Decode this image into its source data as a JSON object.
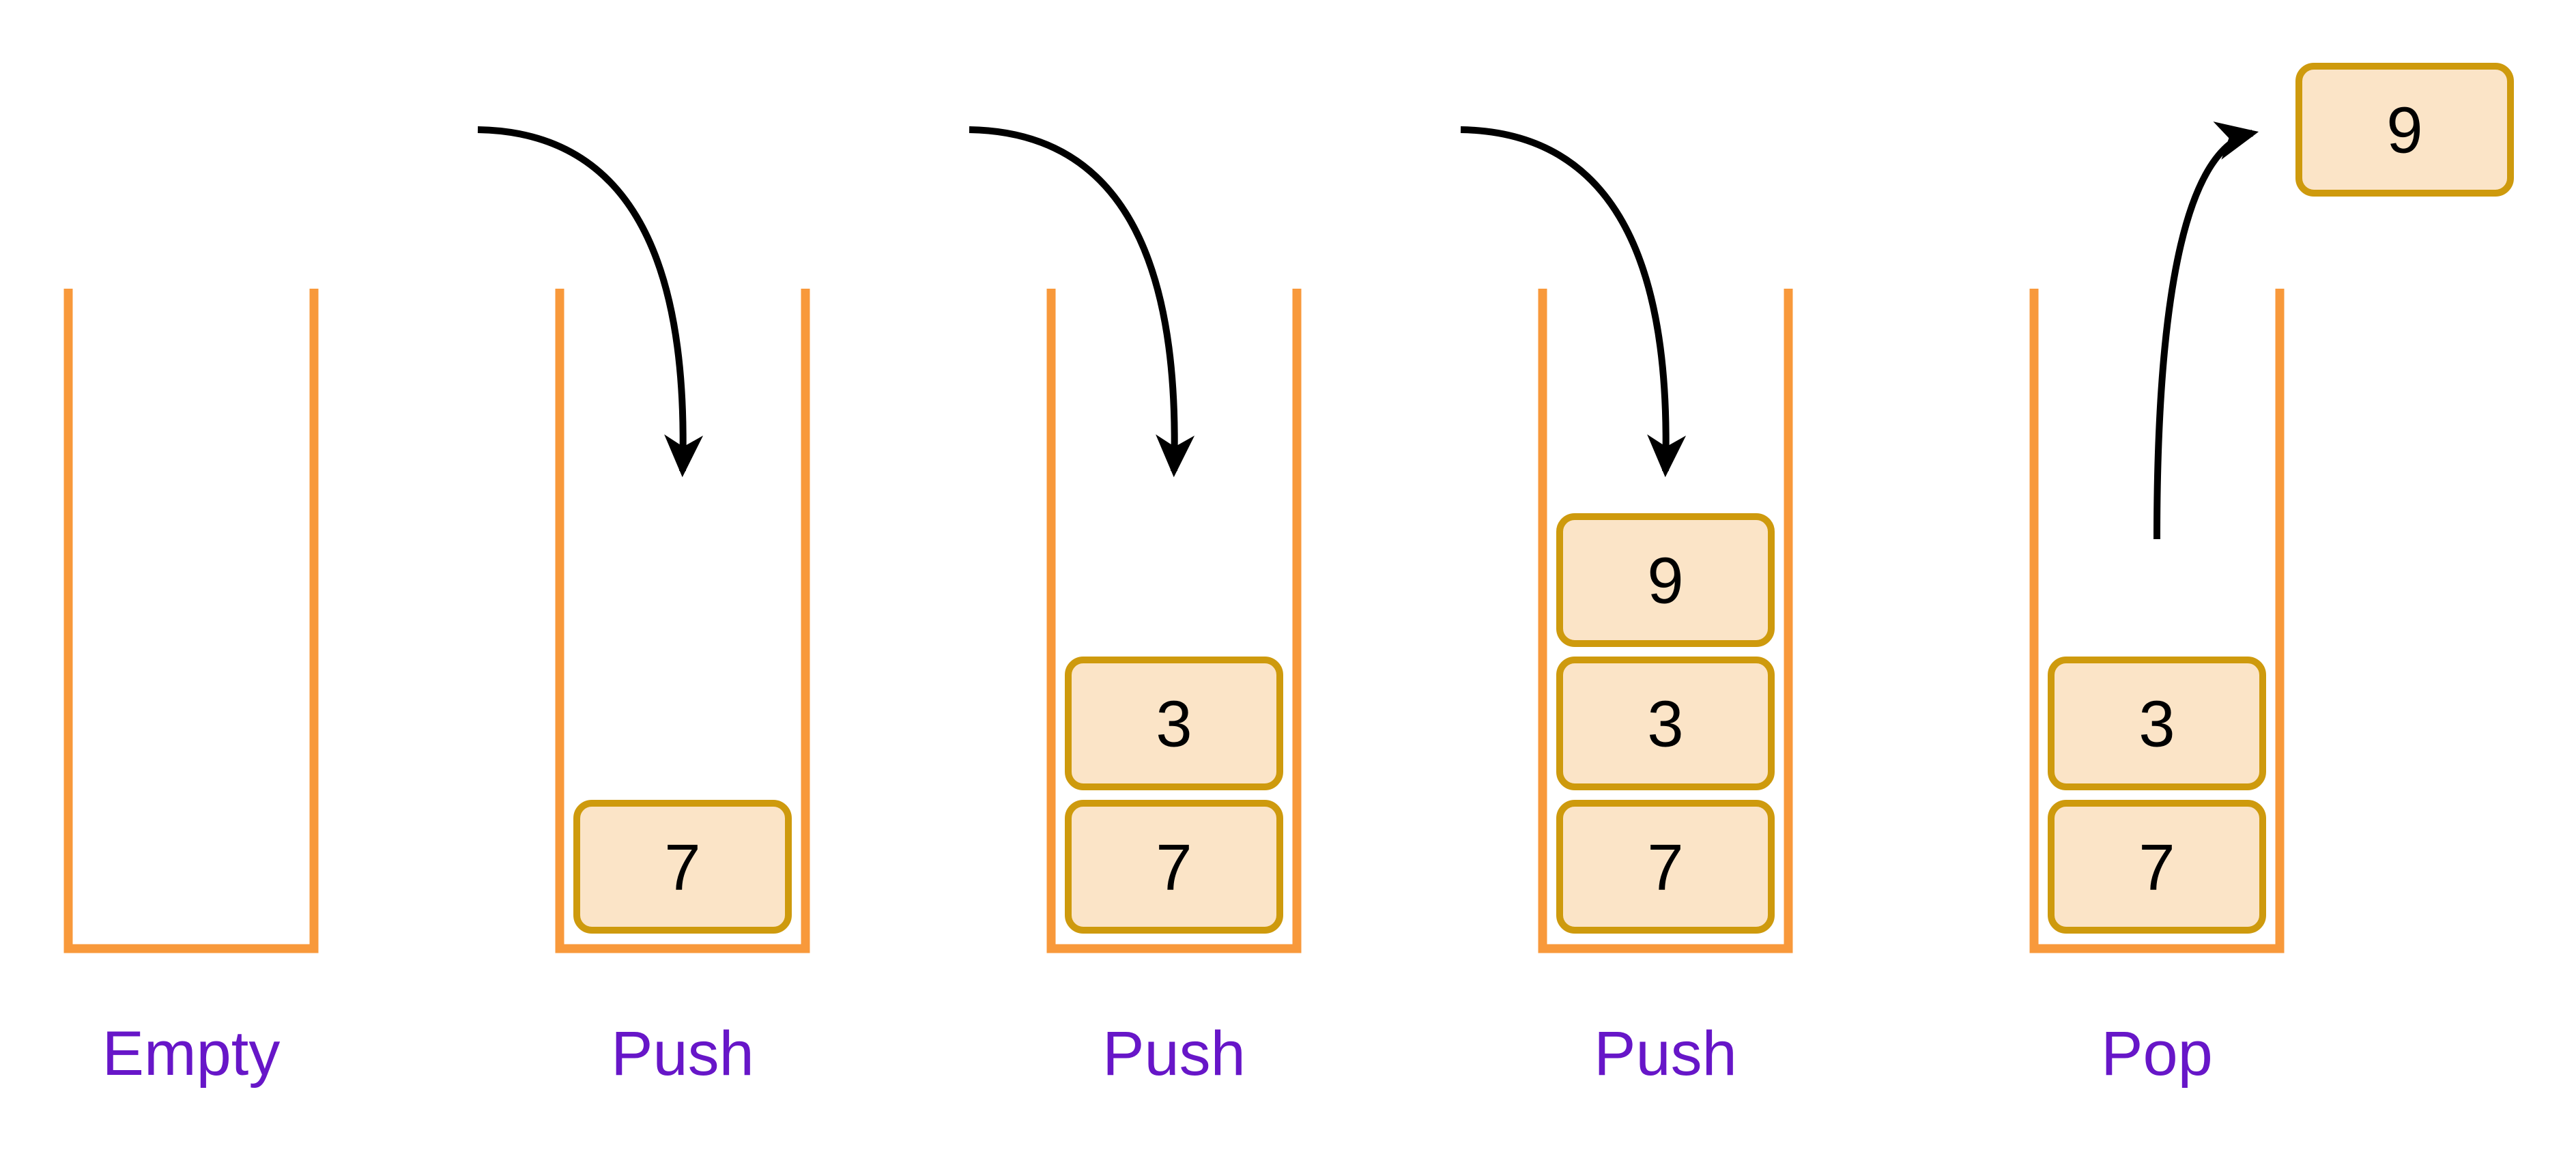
{
  "diagram": {
    "description": "Stack data structure operations",
    "colors": {
      "background": "#ffffff",
      "container_stroke": "#F8993B",
      "block_fill": "#FBE4C7",
      "block_stroke": "#CE9A0D",
      "number_color": "#000000",
      "label_color": "#6716C8",
      "arrow_color": "#000000"
    },
    "stages": [
      {
        "label": "Empty",
        "action": "none",
        "blocks": []
      },
      {
        "label": "Push",
        "action": "push",
        "blocks": [
          "7"
        ]
      },
      {
        "label": "Push",
        "action": "push",
        "blocks": [
          "3",
          "7"
        ]
      },
      {
        "label": "Push",
        "action": "push",
        "blocks": [
          "9",
          "3",
          "7"
        ]
      },
      {
        "label": "Pop",
        "action": "pop",
        "blocks": [
          "3",
          "7"
        ],
        "popped": "9"
      }
    ]
  }
}
